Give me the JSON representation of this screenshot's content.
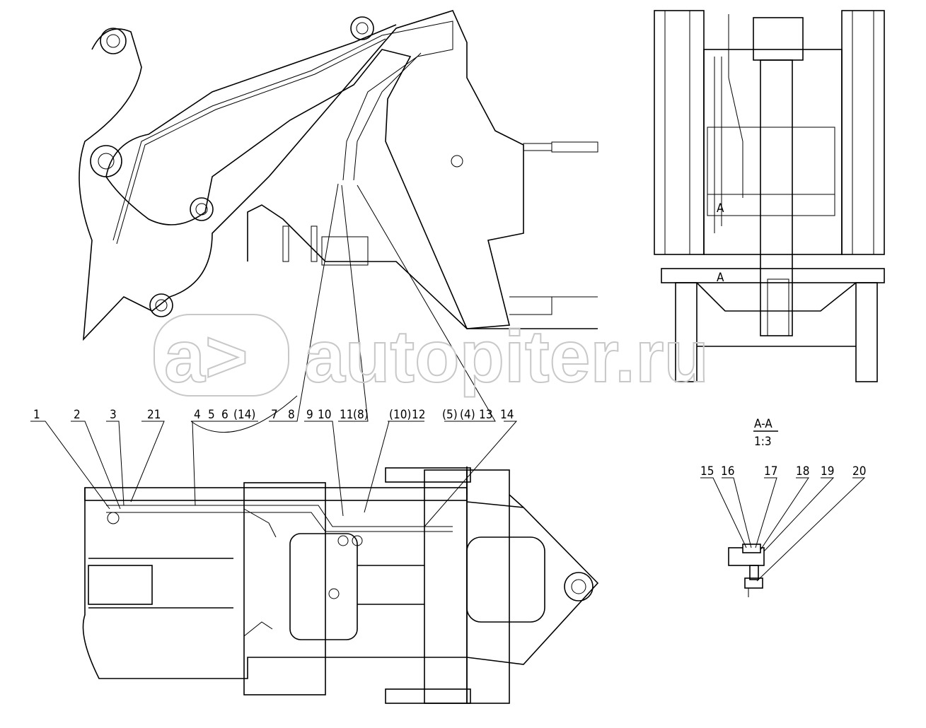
{
  "watermark": {
    "logo": "a>",
    "text": "autopiter.ru"
  },
  "main_view_labels": [
    "1",
    "2",
    "3",
    "21",
    "4",
    "5",
    "6",
    "(14)",
    "7",
    "8",
    "9",
    "10",
    "11",
    "(8)",
    "(10)",
    "12",
    "(5)",
    "(4)",
    "13",
    "14"
  ],
  "section": {
    "title": "A-A",
    "scale": "1:3",
    "marker": "A"
  },
  "section_labels": [
    "15",
    "16",
    "17",
    "18",
    "19",
    "20"
  ]
}
